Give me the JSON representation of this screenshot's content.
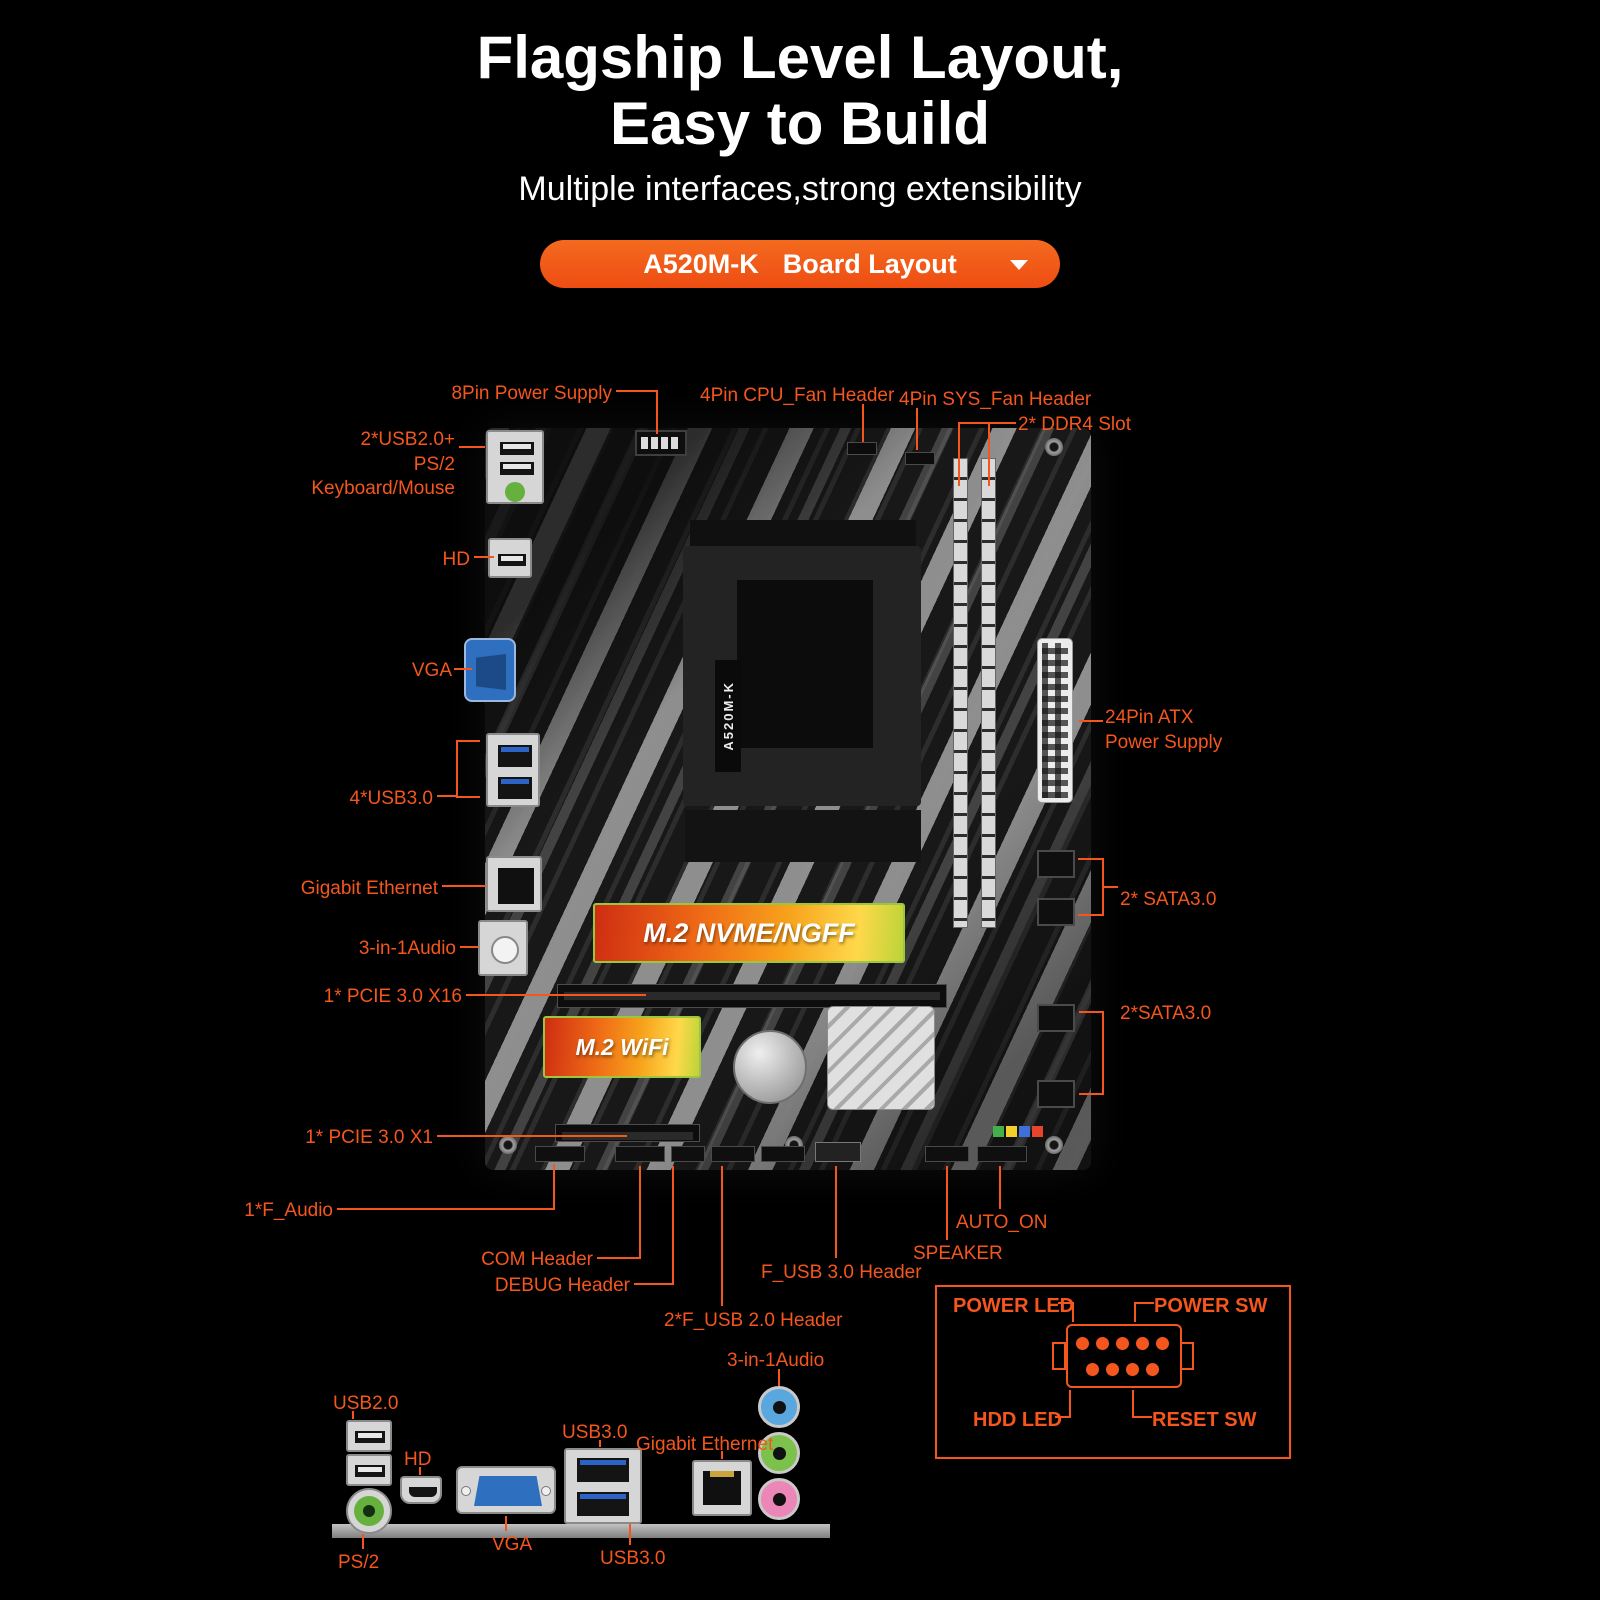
{
  "header": {
    "title_line1": "Flagship Level Layout,",
    "title_line2": "Easy to Build",
    "subtitle": "Multiple interfaces,strong extensibility",
    "pill_model": "A520M-K",
    "pill_label": "Board Layout"
  },
  "colors": {
    "accent": "#f4561d",
    "background": "#000000",
    "title": "#ffffff",
    "m2_banner_start": "#cf2d12",
    "m2_banner_end": "#bcd438"
  },
  "board": {
    "model": "A520M-K",
    "m2_nvme": "M.2 NVME/NGFF",
    "m2_wifi": "M.2 WiFi"
  },
  "callouts": {
    "left": [
      {
        "text": "8Pin Power Supply"
      },
      {
        "text": "2*USB2.0+\nPS/2\nKeyboard/Mouse"
      },
      {
        "text": "HD"
      },
      {
        "text": "VGA"
      },
      {
        "text": "4*USB3.0"
      },
      {
        "text": "Gigabit Ethernet"
      },
      {
        "text": "3-in-1Audio"
      },
      {
        "text": "1* PCIE 3.0 X16"
      },
      {
        "text": "1* PCIE 3.0 X1"
      },
      {
        "text": "1*F_Audio"
      },
      {
        "text": "COM Header"
      },
      {
        "text": "DEBUG Header"
      },
      {
        "text": "2*F_USB 2.0 Header"
      }
    ],
    "top": [
      {
        "text": "4Pin CPU_Fan Header"
      },
      {
        "text": "4Pin SYS_Fan Header"
      },
      {
        "text": "2* DDR4 Slot"
      }
    ],
    "right": [
      {
        "text": "24Pin ATX\nPower Supply"
      },
      {
        "text": "2* SATA3.0"
      },
      {
        "text": "2*SATA3.0"
      }
    ],
    "bottom": [
      {
        "text": "F_USB 3.0 Header"
      },
      {
        "text": "SPEAKER"
      },
      {
        "text": "AUTO_ON"
      }
    ]
  },
  "front_panel": {
    "power_led": "POWER LED",
    "power_sw": "POWER SW",
    "hdd_led": "HDD LED",
    "reset_sw": "RESET SW"
  },
  "rear_io": {
    "usb20": "USB2.0",
    "ps2": "PS/2",
    "hd": "HD",
    "vga": "VGA",
    "usb30_top": "USB3.0",
    "usb30_bottom": "USB3.0",
    "ethernet": "Gigabit Ethernet",
    "audio": "3-in-1Audio"
  }
}
